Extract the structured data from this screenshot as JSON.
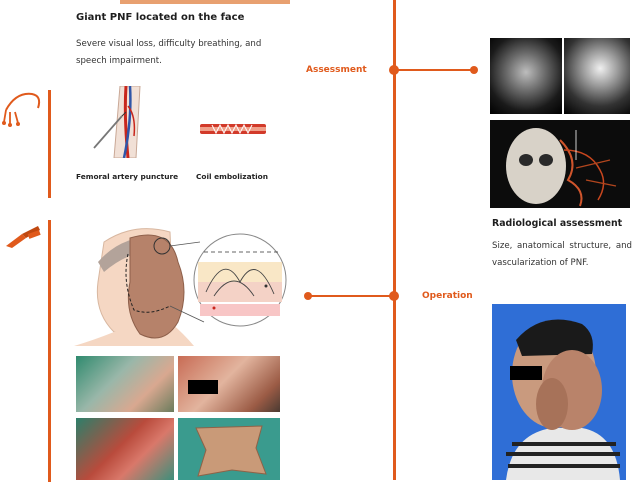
{
  "case": {
    "title": "Giant PNF located on the face",
    "symptoms": "Severe visual loss, difficulty breathing, and speech impairment."
  },
  "stages": {
    "assessment": "Assessment",
    "operation": "Operation"
  },
  "embolization": {
    "femoral_caption": "Femoral artery puncture",
    "coil_caption": "Coil embolization"
  },
  "radiology": {
    "title": "Radiological assessment",
    "description": "Size, anatomical structure, and vascularization of PNF."
  },
  "colors": {
    "accent": "#e05a1c",
    "text": "#222222"
  },
  "icons": [
    "catheter-icon",
    "scalpel-icon"
  ]
}
